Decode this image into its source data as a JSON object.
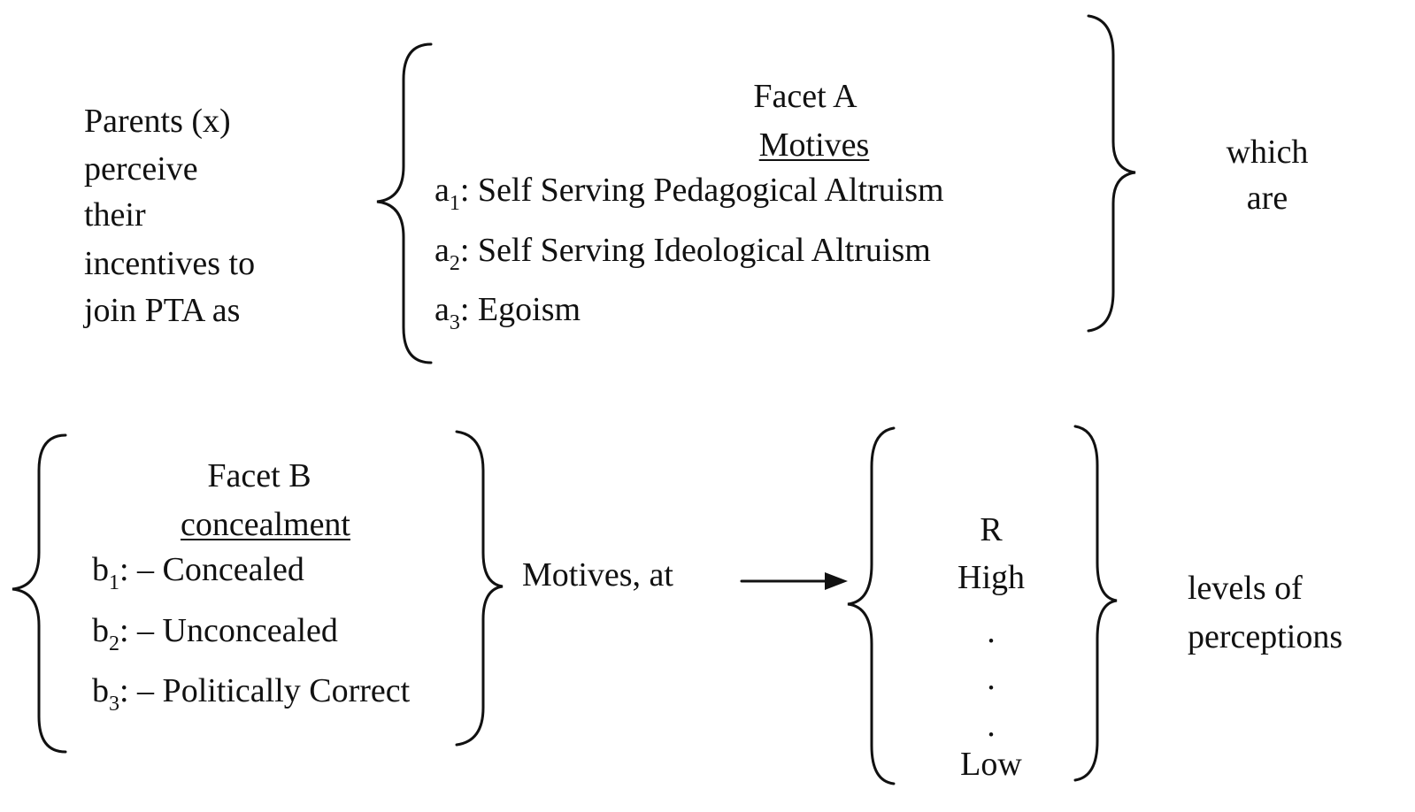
{
  "intro_lines": [
    "Parents (x)",
    "perceive",
    "their",
    "incentives to",
    "join PTA as"
  ],
  "facet_a": {
    "title": "Facet A",
    "subtitle": "Motives",
    "items": [
      {
        "prefix": "a",
        "sub": "1",
        "text": ": Self Serving Pedagogical Altruism"
      },
      {
        "prefix": "a",
        "sub": "2",
        "text": ": Self Serving Ideological Altruism"
      },
      {
        "prefix": "a",
        "sub": "3",
        "text": ": Egoism"
      }
    ]
  },
  "which_are": [
    "which",
    "are"
  ],
  "facet_b": {
    "title": "Facet B",
    "subtitle": "concealment",
    "items": [
      {
        "prefix": "b",
        "sub": "1",
        "text": ": – Concealed"
      },
      {
        "prefix": "b",
        "sub": "2",
        "text": ": – Unconcealed"
      },
      {
        "prefix": "b",
        "sub": "3",
        "text": ": – Politically Correct"
      }
    ]
  },
  "motives_at": "Motives, at",
  "range": {
    "label": "R",
    "high": "High",
    "dots": [
      ".",
      ".",
      "."
    ],
    "low": "Low"
  },
  "levels_of": [
    "levels of",
    "perceptions"
  ]
}
